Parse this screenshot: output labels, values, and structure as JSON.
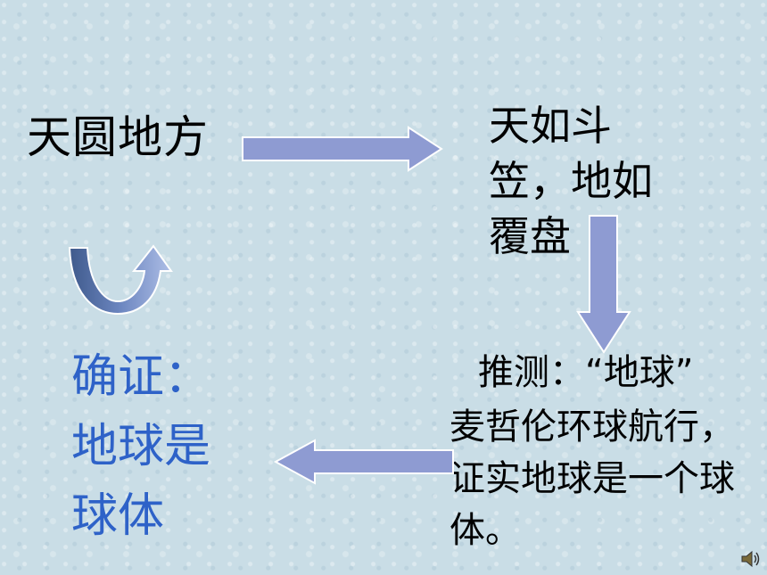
{
  "nodes": {
    "top_left": "天圆地方",
    "top_right": "天如斗笠，地如覆盘",
    "mid_right": "推测：“地球”",
    "bottom_right": "麦哲伦环球航行，证实地球是一个球体。",
    "bottom_left": "确证：地球是球体"
  },
  "colors": {
    "arrow_fill": "#8e9bd2",
    "arrow_stroke": "#ffffff",
    "highlight_text": "#2e62c8"
  },
  "icons": [
    "speaker-icon"
  ]
}
